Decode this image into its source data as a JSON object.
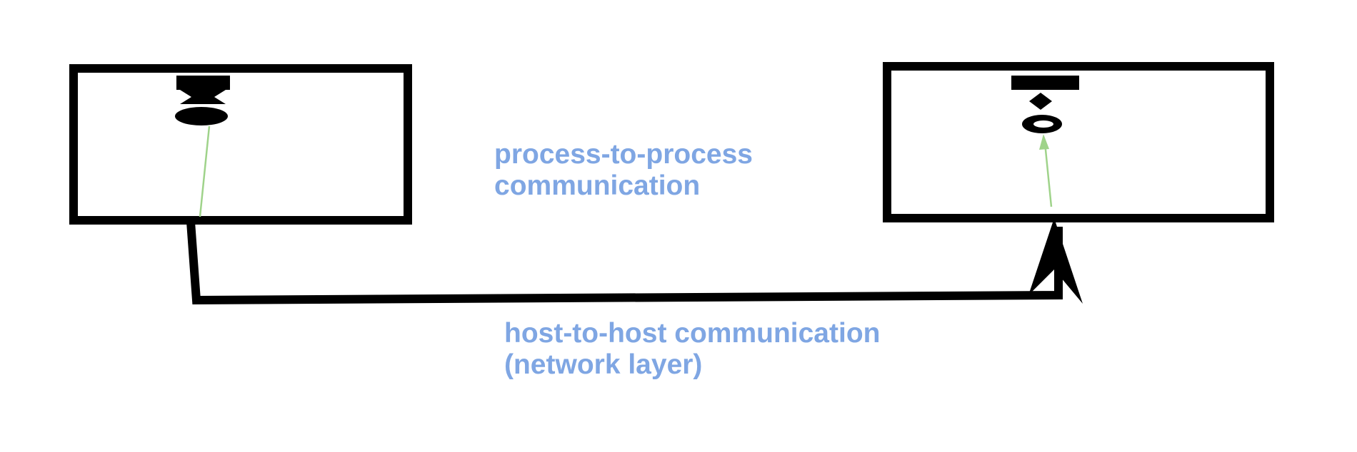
{
  "diagram": {
    "process_label": {
      "line1": "process-to-process",
      "line2": "communication"
    },
    "host_label": {
      "line1": "host-to-host communication",
      "line2": "(network layer)"
    },
    "colors": {
      "outline": "#000000",
      "label_text": "#7fa6e3",
      "process_link": "#9fd38a"
    }
  }
}
